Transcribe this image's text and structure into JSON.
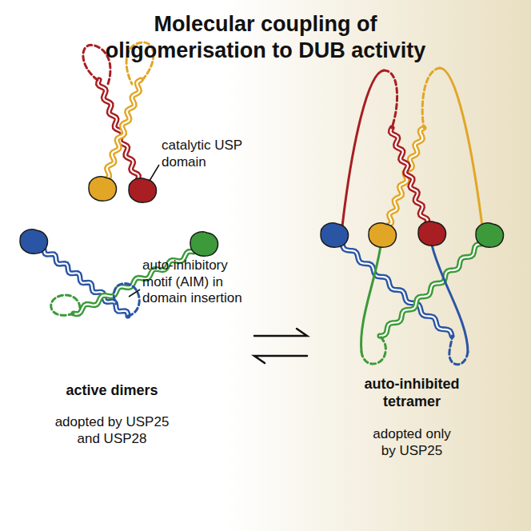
{
  "diagram": {
    "title": "Molecular coupling of oligomerisation to DUB activity",
    "labels": [
      "catalytic USP domain",
      "auto-inhibitory motif (AIM) in domain insertion",
      "active dimers",
      "adopted by USP25 and USP28",
      "auto-inhibited tetramer",
      "adopted only by USP25"
    ]
  }
}
